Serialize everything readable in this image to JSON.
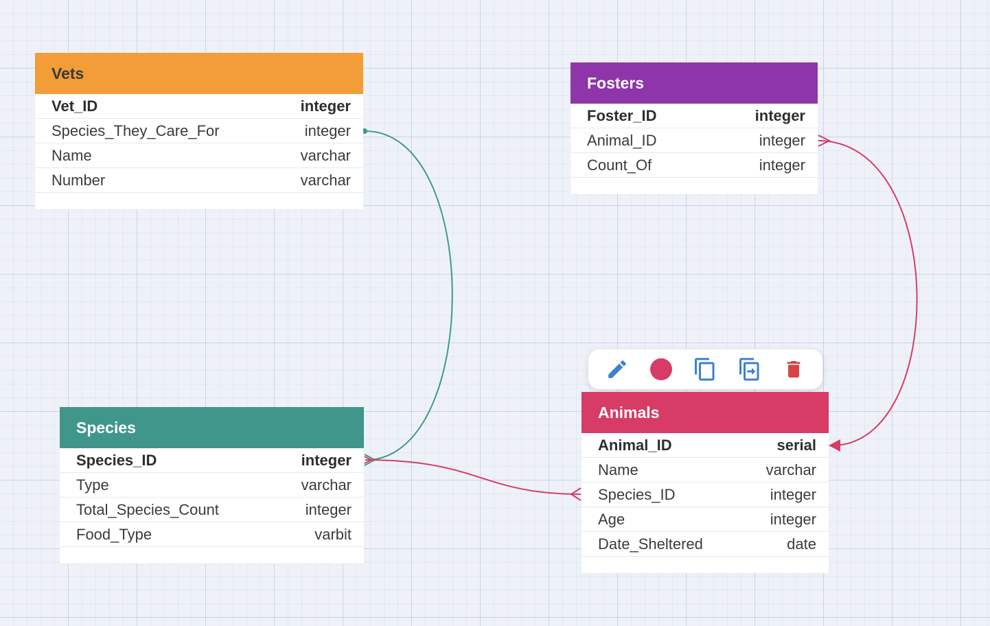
{
  "colors": {
    "vets": "#f29d38",
    "fosters": "#8e35a9",
    "species": "#40968a",
    "animals": "#d63c66",
    "teal_link": "#3f9a8c",
    "pink_link": "#d63c66",
    "edit_icon": "#3a82cf",
    "delete_icon": "#d64545"
  },
  "tables": {
    "vets": {
      "name": "Vets",
      "columns": [
        {
          "name": "Vet_ID",
          "type": "integer"
        },
        {
          "name": "Species_They_Care_For",
          "type": "integer"
        },
        {
          "name": "Name",
          "type": "varchar"
        },
        {
          "name": "Number",
          "type": "varchar"
        }
      ]
    },
    "fosters": {
      "name": "Fosters",
      "columns": [
        {
          "name": "Foster_ID",
          "type": "integer"
        },
        {
          "name": "Animal_ID",
          "type": "integer"
        },
        {
          "name": "Count_Of",
          "type": "integer"
        }
      ]
    },
    "species": {
      "name": "Species",
      "columns": [
        {
          "name": "Species_ID",
          "type": "integer"
        },
        {
          "name": "Type",
          "type": "varchar"
        },
        {
          "name": "Total_Species_Count",
          "type": "integer"
        },
        {
          "name": "Food_Type",
          "type": "varbit"
        }
      ]
    },
    "animals": {
      "name": "Animals",
      "columns": [
        {
          "name": "Animal_ID",
          "type": "serial"
        },
        {
          "name": "Name",
          "type": "varchar"
        },
        {
          "name": "Species_ID",
          "type": "integer"
        },
        {
          "name": "Age",
          "type": "integer"
        },
        {
          "name": "Date_Sheltered",
          "type": "date"
        }
      ]
    }
  },
  "toolbar": {
    "tools": [
      {
        "icon": "pencil-icon"
      },
      {
        "icon": "color-dot-icon"
      },
      {
        "icon": "copy-icon"
      },
      {
        "icon": "duplicate-icon"
      },
      {
        "icon": "trash-icon"
      }
    ]
  }
}
